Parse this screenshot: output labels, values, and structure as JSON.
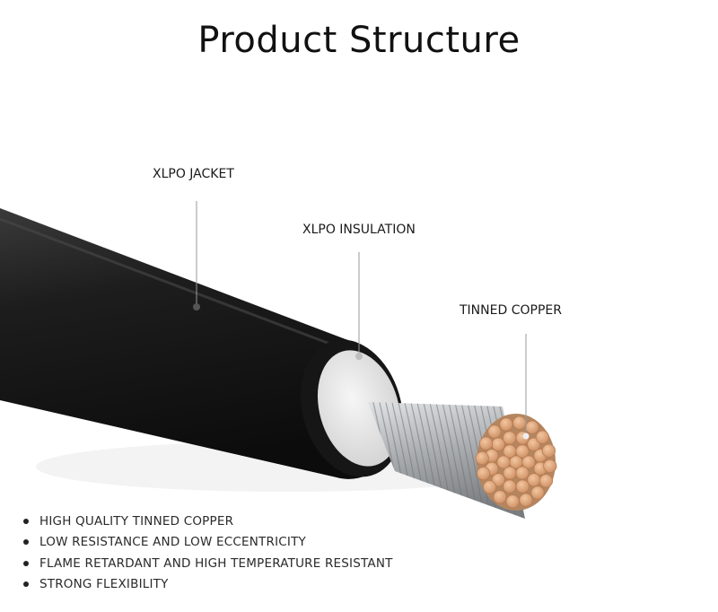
{
  "title": "Product Structure",
  "diagram": {
    "labels": {
      "jacket": "XLPO JACKET",
      "insulation": "XLPO INSULATION",
      "copper": "TINNED COPPER"
    },
    "colors": {
      "jacket": "#1b1b1b",
      "insulation": "#e8e8e8",
      "strands": "#b5b8bb",
      "copper": "#d79a6e",
      "leader": "#9a9a9a"
    }
  },
  "features": [
    "HIGH QUALITY TINNED COPPER",
    "LOW RESISTANCE AND LOW ECCENTRICITY",
    "FLAME RETARDANT AND HIGH TEMPERATURE RESISTANT",
    "STRONG FLEXIBILITY"
  ]
}
